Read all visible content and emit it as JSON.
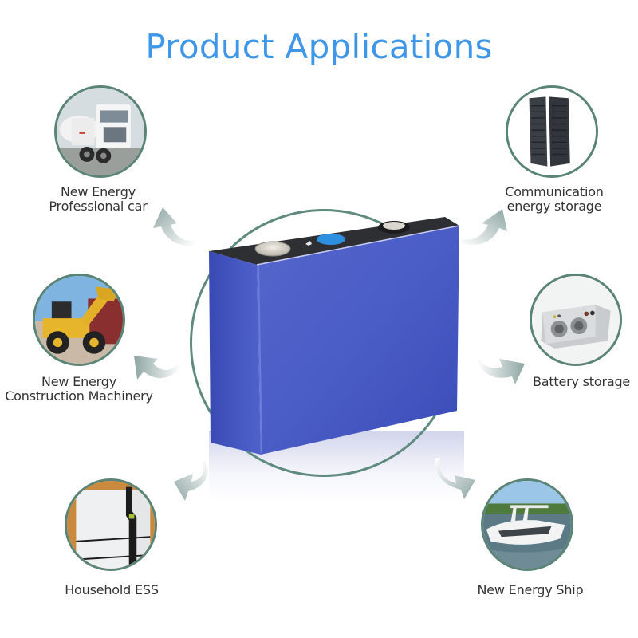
{
  "title": "Product Applications",
  "colors": {
    "title": "#3d96e8",
    "ring": "#5a8476",
    "arrow": "#8fa8a4",
    "battery_blue": "#4456c4",
    "battery_top": "#2e2f33",
    "vent_blue": "#2d8fe0",
    "label": "#333333"
  },
  "center_product": {
    "name": "prismatic-lithium-battery-cell",
    "icon": "battery-cell-icon"
  },
  "applications": [
    {
      "label_line1": "New Energy",
      "label_line2": "Professional car",
      "icon": "truck-icon",
      "position": "top-left"
    },
    {
      "label_line1": "Communication",
      "label_line2": "energy storage",
      "icon": "server-rack-icon",
      "position": "top-right"
    },
    {
      "label_line1": "New Energy",
      "label_line2": "Construction Machinery",
      "icon": "wheel-loader-icon",
      "position": "middle-left"
    },
    {
      "label_line1": "Battery storage",
      "label_line2": "",
      "icon": "battery-module-icon",
      "position": "middle-right"
    },
    {
      "label_line1": "Household ESS",
      "label_line2": "",
      "icon": "home-battery-icon",
      "position": "bottom-left"
    },
    {
      "label_line1": "New Energy Ship",
      "label_line2": "",
      "icon": "yacht-icon",
      "position": "bottom-right"
    }
  ]
}
